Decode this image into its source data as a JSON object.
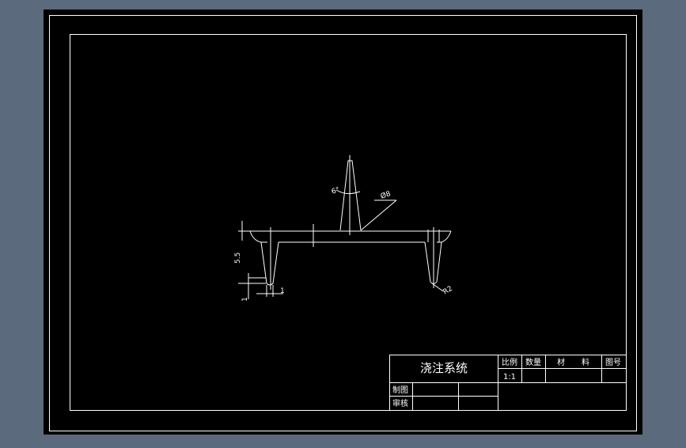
{
  "colors": {
    "background": "#5b6a7c",
    "sheet": "#000000",
    "line": "#ffffff"
  },
  "drawing": {
    "dimensions": {
      "draft_angle": "6°",
      "sprue_diameter": "Ø8",
      "runner_height": "5.5",
      "gate_offset": "1",
      "gate_width": "1",
      "radius": "R2"
    }
  },
  "title_block": {
    "part_name": "浇注系统",
    "headers": {
      "scale": "比例",
      "quantity": "数量",
      "material_a": "材",
      "material_b": "料",
      "drawing_no": "图号"
    },
    "scale_value": "1:1",
    "drawn_by_label": "制图",
    "checked_by_label": "审核"
  }
}
